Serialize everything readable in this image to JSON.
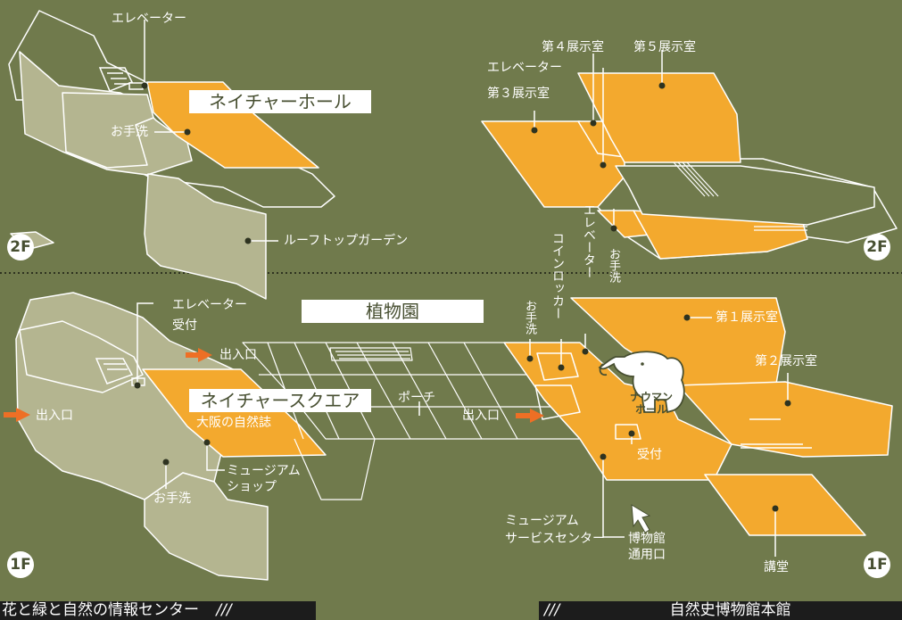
{
  "colors": {
    "background": "#707a4c",
    "building_gray": "#b4b590",
    "exhibit_orange": "#f3a92e",
    "outline": "#ffffff",
    "divider": "#2e3320",
    "arrow": "#ee6f25"
  },
  "floors": {
    "upper": "2F",
    "lower": "1F"
  },
  "labels": {
    "elevator": "エレベーター",
    "nature_hall": "ネイチャーホール",
    "restroom": "お手洗",
    "rooftop_garden": "ルーフトップガーデン",
    "room4": "第４展示室",
    "room5": "第５展示室",
    "room3": "第３展示室",
    "room1": "第１展示室",
    "room2": "第２展示室",
    "botanical_garden": "植物園",
    "reception": "受付",
    "entrance": "出入口",
    "nature_square": "ネイチャースクエア",
    "osaka_nature": "大阪の自然誌",
    "shop_line1": "ミュージアム",
    "shop_line2": "ショップ",
    "porch": "ポーチ",
    "coin_locker": "コインロッカー",
    "naumann_line1": "ナウマン",
    "naumann_line2": "ホール",
    "service_line1": "ミュージアム",
    "service_line2": "サービスセンター",
    "staff_entrance_line1": "博物館",
    "staff_entrance_line2": "通用口",
    "auditorium": "講堂"
  },
  "icons": [
    "elephant-icon",
    "cursor-arrow-icon",
    "entrance-arrow-icon",
    "stairs-icon"
  ],
  "footer": {
    "left": "花と緑と自然の情報センター",
    "right": "自然史博物館本館",
    "slashes": "///"
  }
}
